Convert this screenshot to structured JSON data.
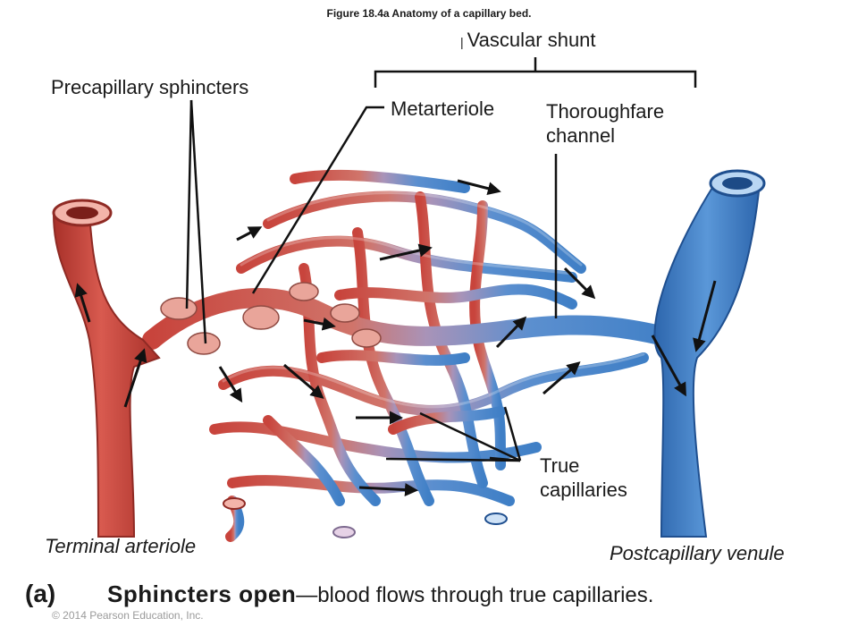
{
  "figure_title": "Figure 18.4a  Anatomy of a capillary bed.",
  "labels": {
    "vascular_shunt": "Vascular shunt",
    "precapillary_sphincters": "Precapillary sphincters",
    "metarteriole": "Metarteriole",
    "thoroughfare_line1": "Thoroughfare",
    "thoroughfare_line2": "channel",
    "true_line1": "True",
    "true_line2": "capillaries",
    "terminal_arteriole": "Terminal arteriole",
    "postcapillary_venule": "Postcapillary venule"
  },
  "caption": {
    "part": "(a)",
    "bold": "Sphincters open",
    "rest": "—blood flows through true capillaries."
  },
  "copyright": "© 2014 Pearson Education, Inc.",
  "colors": {
    "artery": "#c8443c",
    "artery_dark": "#8f2a24",
    "artery_light": "#e98a7e",
    "vein": "#3f7fc6",
    "vein_dark": "#1f4f8f",
    "vein_light": "#9cc4ee",
    "mix": "#a993b8",
    "sphincter": "#e9a59a",
    "leader": "#111111"
  }
}
